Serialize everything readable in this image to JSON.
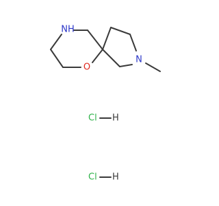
{
  "colors": {
    "bond": "#3a3a3a",
    "nitrogen": "#2b36c8",
    "oxygen": "#e0281e",
    "chlorine": "#2fb24a",
    "hydrogen": "#3a3a3a"
  },
  "molecule": {
    "atoms": {
      "nh": "NH",
      "o": "O",
      "n_methyl": "N"
    }
  },
  "salts": [
    {
      "cl": "Cl",
      "h": "H"
    },
    {
      "cl": "Cl",
      "h": "H"
    }
  ]
}
